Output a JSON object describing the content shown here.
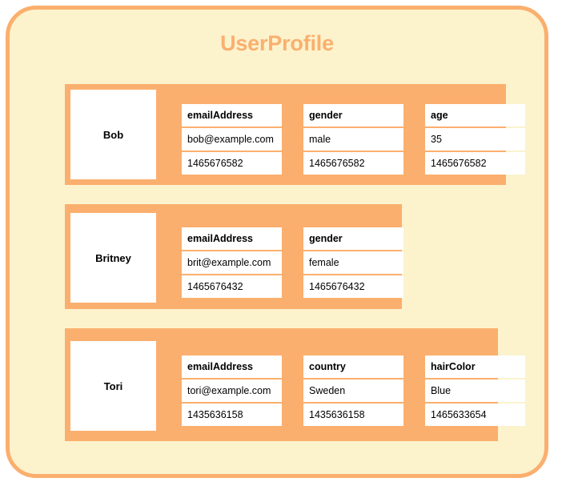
{
  "collection": {
    "title": "UserProfile",
    "accent_color": "#fbaf6e",
    "background_color": "#fcf3cd",
    "cell_background_color": "#ffffff"
  },
  "documents": [
    {
      "name": "Bob",
      "fields": [
        {
          "key": "emailAddress",
          "value": "bob@example.com",
          "timestamp": "1465676582"
        },
        {
          "key": "gender",
          "value": "male",
          "timestamp": "1465676582"
        },
        {
          "key": "age",
          "value": "35",
          "timestamp": "1465676582"
        }
      ]
    },
    {
      "name": "Britney",
      "fields": [
        {
          "key": "emailAddress",
          "value": "brit@example.com",
          "timestamp": "1465676432"
        },
        {
          "key": "gender",
          "value": "female",
          "timestamp": "1465676432"
        }
      ]
    },
    {
      "name": "Tori",
      "fields": [
        {
          "key": "emailAddress",
          "value": "tori@example.com",
          "timestamp": "1435636158"
        },
        {
          "key": "country",
          "value": "Sweden",
          "timestamp": "1435636158"
        },
        {
          "key": "hairColor",
          "value": "Blue",
          "timestamp": "1465633654"
        }
      ]
    }
  ]
}
